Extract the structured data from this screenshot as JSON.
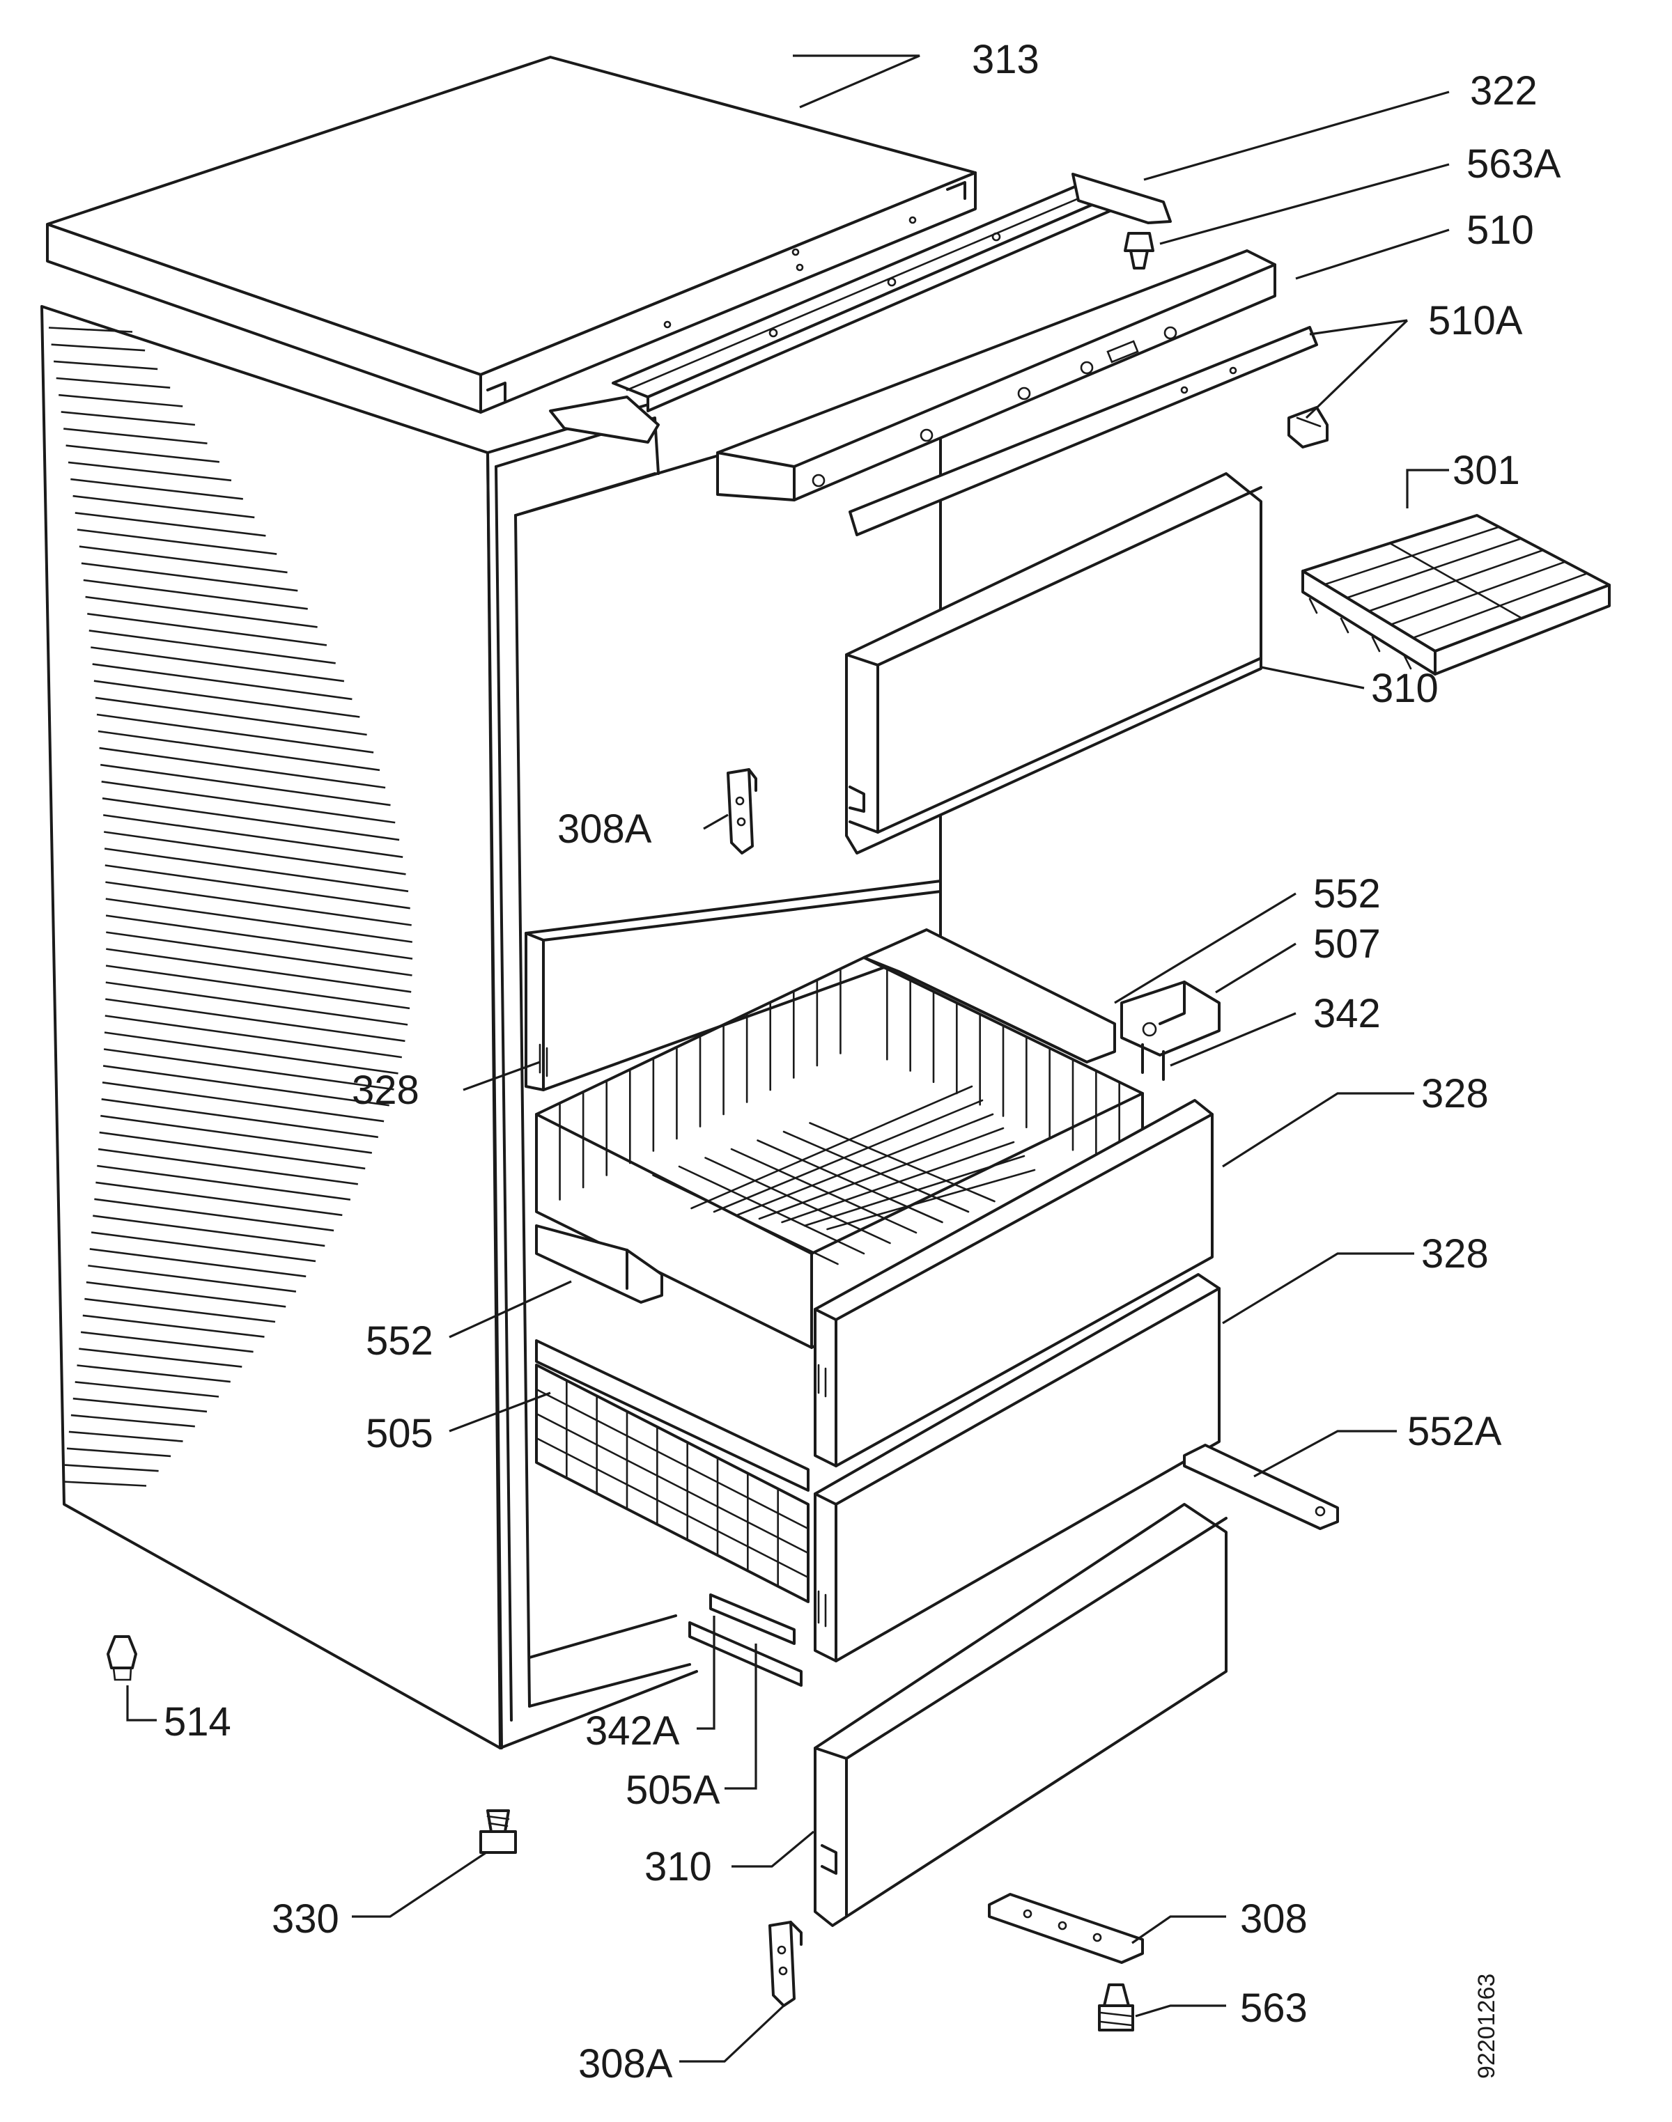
{
  "labels": {
    "p313": "313",
    "p322": "322",
    "p563a": "563A",
    "p510": "510",
    "p510a": "510A",
    "p301": "301",
    "p310_top": "310",
    "p308a_top": "308A",
    "p552_top": "552",
    "p507": "507",
    "p342": "342",
    "p328_left": "328",
    "p328_right_upper": "328",
    "p328_right_lower": "328",
    "p552_left": "552",
    "p505": "505",
    "p552a": "552A",
    "p514": "514",
    "p342a": "342A",
    "p505a": "505A",
    "p310_bottom": "310",
    "p330": "330",
    "p308": "308",
    "p563": "563",
    "p308a_bottom": "308A"
  },
  "document_number": "92201263"
}
